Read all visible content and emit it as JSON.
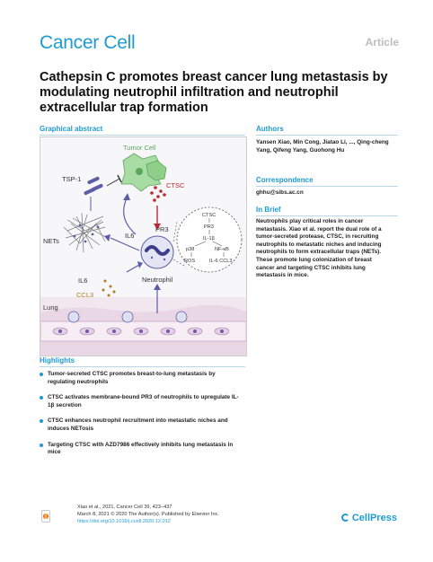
{
  "header": {
    "journal": "Cancer Cell",
    "tag": "Article"
  },
  "title": "Cathepsin C promotes breast cancer lung metastasis by modulating neutrophil infiltration and neutrophil extracellular trap formation",
  "graphical_abstract": {
    "heading": "Graphical abstract",
    "labels": {
      "tumor_cell": "Tumor Cell",
      "tsp1": "TSP-1",
      "ctsc": "CTSC",
      "nets": "NETs",
      "il6_top": "IL6",
      "pr3": "PR3",
      "neutrophil": "Neutrophil",
      "il6_bottom": "IL6",
      "ccl3": "CCL3",
      "lung": "Lung",
      "pathway_ctsc": "CTSC",
      "pathway_pr3": "PR3",
      "pathway_il1b": "IL-1β",
      "pathway_p38": "p38",
      "pathway_nfkb": "NF-κB",
      "pathway_ros": "ROS",
      "pathway_il6ccl3": "IL-6 CCL3"
    }
  },
  "authors": {
    "heading": "Authors",
    "names": "Yansen Xiao, Min Cong, Jiatao Li, ..., Qing-cheng Yang, Qifeng Yang, Guohong Hu"
  },
  "correspondence": {
    "heading": "Correspondence",
    "email": "ghhu@sibs.ac.cn"
  },
  "in_brief": {
    "heading": "In Brief",
    "text": "Neutrophils play critical roles in cancer metastasis. Xiao et al. report the dual role of a tumor-secreted protease, CTSC, in recruiting neutrophils to metastatic niches and inducing neutrophils to form extracellular traps (NETs). These promote lung colonization of breast cancer and targeting CTSC inhibits lung metastasis in mice."
  },
  "highlights": {
    "heading": "Highlights",
    "items": [
      "Tumor-secreted CTSC promotes breast-to-lung metastasis by regulating neutrophils",
      "CTSC activates membrane-bound PR3 of neutrophils to upregulate IL-1β secretion",
      "CTSC enhances neutrophil recruitment into metastatic niches and induces NETosis",
      "Targeting CTSC with AZD7986 effectively inhibits lung metastasis in mice"
    ]
  },
  "footer": {
    "citation": "Xiao et al., 2021, Cancer Cell 39, 423–437",
    "date": "March 8, 2021 © 2020 The Author(s). Published by Elsevier Inc.",
    "doi": "https://doi.org/10.1016/j.ccell.2020.12.012",
    "publisher": "CellPress"
  },
  "colors": {
    "brand_blue": "#1f9bd3",
    "ctsc_red": "#c0262d",
    "tumor_green": "#8fcf8a",
    "neutrophil_purple": "#5b5ea6"
  }
}
